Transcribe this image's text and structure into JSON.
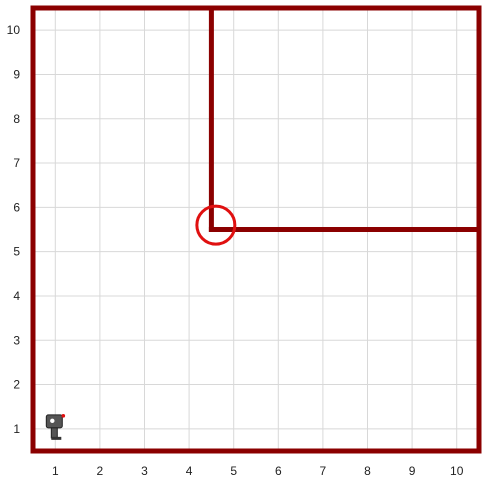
{
  "grid": {
    "x_ticks": [
      "1",
      "2",
      "3",
      "4",
      "5",
      "6",
      "7",
      "8",
      "9",
      "10"
    ],
    "y_ticks": [
      "1",
      "2",
      "3",
      "4",
      "5",
      "6",
      "7",
      "8",
      "9",
      "10"
    ],
    "x_range": [
      0.5,
      10.5
    ],
    "y_range": [
      0.5,
      10.5
    ],
    "grid_color": "#d8d8d8",
    "label_color": "#222222"
  },
  "walls": {
    "color": "#8b0000",
    "segments": [
      {
        "name": "wall-top",
        "from": [
          0.5,
          10.5
        ],
        "to": [
          10.5,
          10.5
        ]
      },
      {
        "name": "wall-bottom",
        "from": [
          0.5,
          0.5
        ],
        "to": [
          10.5,
          0.5
        ]
      },
      {
        "name": "wall-left",
        "from": [
          0.5,
          0.5
        ],
        "to": [
          0.5,
          10.5
        ]
      },
      {
        "name": "wall-right",
        "from": [
          10.5,
          0.5
        ],
        "to": [
          10.5,
          10.5
        ]
      },
      {
        "name": "wall-inner-vertical",
        "from": [
          4.5,
          5.5
        ],
        "to": [
          4.5,
          10.5
        ]
      },
      {
        "name": "wall-inner-horizontal",
        "from": [
          4.5,
          5.5
        ],
        "to": [
          10.5,
          5.5
        ]
      }
    ]
  },
  "target": {
    "x": 4.6,
    "y": 5.6,
    "color": "#e01010"
  },
  "robot": {
    "x": 1,
    "y": 1,
    "body_color": "#555555",
    "accent_color": "#e01010"
  }
}
